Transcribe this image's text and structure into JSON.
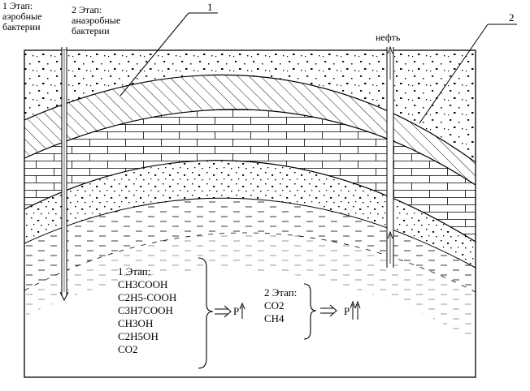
{
  "labels": {
    "stage1_top": [
      "1 Этап:",
      "аэробные",
      "бактерии"
    ],
    "stage2_top": [
      "2 Этап:",
      "анаэробные",
      "бактерии"
    ],
    "callout_1": "1",
    "callout_2": "2",
    "oil": "нефть"
  },
  "stage1_products": {
    "title": "1 Этап:",
    "items": [
      "CH3COOH",
      "C2H5-COOH",
      "C3H7COOH",
      "CH3OH",
      "C2H5OH",
      "CO2"
    ],
    "result": "P"
  },
  "stage2_products": {
    "title": "2 Этап:",
    "items": [
      "CO2",
      "CH4"
    ],
    "result": "P"
  },
  "layer_patterns": [
    "dotted-sand",
    "hatched-seal",
    "brick-limestone",
    "dotted-sand",
    "dashed-clay"
  ],
  "colors": {
    "ink": "#000000",
    "paper": "#ffffff"
  }
}
